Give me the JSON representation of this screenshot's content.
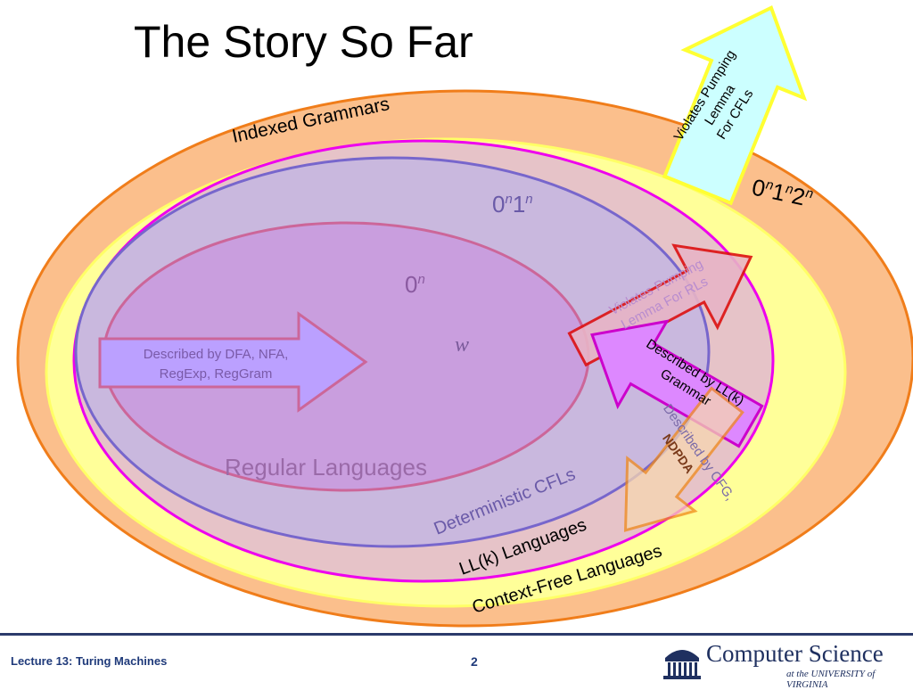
{
  "slide": {
    "title": "The Story So Far",
    "footer_left": "Lecture 13: Turing Machines",
    "page_number": "2",
    "logo_main": "Computer Science",
    "logo_sub": "at the UNIVERSITY of VIRGINIA"
  },
  "diagram": {
    "regions": {
      "indexed": "Indexed Grammars",
      "context_free": "Context-Free Languages",
      "llk": "LL(k) Languages",
      "deterministic": "Deterministic CFLs",
      "regular": "Regular Languages"
    },
    "examples": {
      "zero_n": "0",
      "zero_n_exp": "n",
      "zero_one_base1": "0",
      "zero_one_exp1": "n",
      "zero_one_base2": "1",
      "zero_one_exp2": "n",
      "zero_one_two_b1": "0",
      "zero_one_two_e1": "n",
      "zero_one_two_b2": "1",
      "zero_one_two_e2": "n",
      "zero_one_two_b3": "2",
      "zero_one_two_e3": "n",
      "w": "w"
    },
    "arrows": {
      "dfa_line1": "Described by DFA, NFA,",
      "dfa_line2": "RegExp, RegGram",
      "cfl_pump_line1": "Violates Pumping",
      "cfl_pump_line2": "Lemma",
      "cfl_pump_line3": "For CFLs",
      "rl_pump_line1": "Violates Pumping",
      "rl_pump_line2": "Lemma For RLs",
      "llk_line1": "Described by LL(k)",
      "llk_line2": "Grammar",
      "cfg_line1": "Described by CFG,",
      "cfg_line2": "NDPDA"
    },
    "colors": {
      "indexed_fill": "#fbbf8c",
      "indexed_stroke": "#f07d1a",
      "cfl_fill": "#ffff99",
      "llk_stroke": "#ee00ee",
      "dcfl_fill": "#c9b8de",
      "dcfl_stroke": "#7766cc",
      "regular_fill": "#c99ede",
      "regular_stroke": "#cc6699",
      "arrow_dfa": "#bba0ff",
      "arrow_cfl": "#ccffff",
      "arrow_llk": "#dd88ff",
      "footer_blue": "#1f3a7a"
    }
  }
}
